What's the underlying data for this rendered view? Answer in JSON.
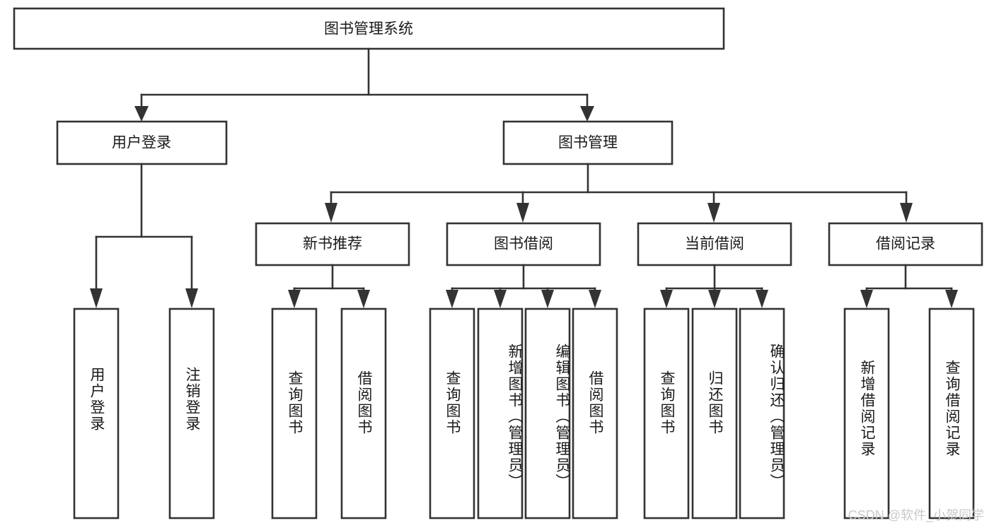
{
  "diagram": {
    "type": "tree",
    "title_node": "图书管理系统",
    "watermark": "CSDN @软件_小贺同学",
    "colors": {
      "background": "#ffffff",
      "box_fill": "#ffffff",
      "box_stroke": "#333333",
      "text": "#1a1a1a",
      "watermark": "#c9c9c9"
    },
    "root": {
      "label": "图书管理系统"
    },
    "level2": [
      {
        "label": "用户登录"
      },
      {
        "label": "图书管理"
      }
    ],
    "level3": [
      {
        "label": "新书推荐"
      },
      {
        "label": "图书借阅"
      },
      {
        "label": "当前借阅"
      },
      {
        "label": "借阅记录"
      }
    ],
    "leaves": {
      "user_login": [
        {
          "label": "用户登录"
        },
        {
          "label": "注销登录"
        }
      ],
      "new_book_recommend": [
        {
          "label": "查询图书"
        },
        {
          "label": "借阅图书"
        }
      ],
      "book_borrow": [
        {
          "label": "查询图书"
        },
        {
          "label": "新增图书（管理员）"
        },
        {
          "label": "编辑图书（管理员）"
        },
        {
          "label": "借阅图书"
        }
      ],
      "current_borrow": [
        {
          "label": "查询图书"
        },
        {
          "label": "归还图书"
        },
        {
          "label": "确认归还（管理员）"
        }
      ],
      "borrow_record": [
        {
          "label": "新增借阅记录"
        },
        {
          "label": "查询借阅记录"
        }
      ]
    }
  }
}
